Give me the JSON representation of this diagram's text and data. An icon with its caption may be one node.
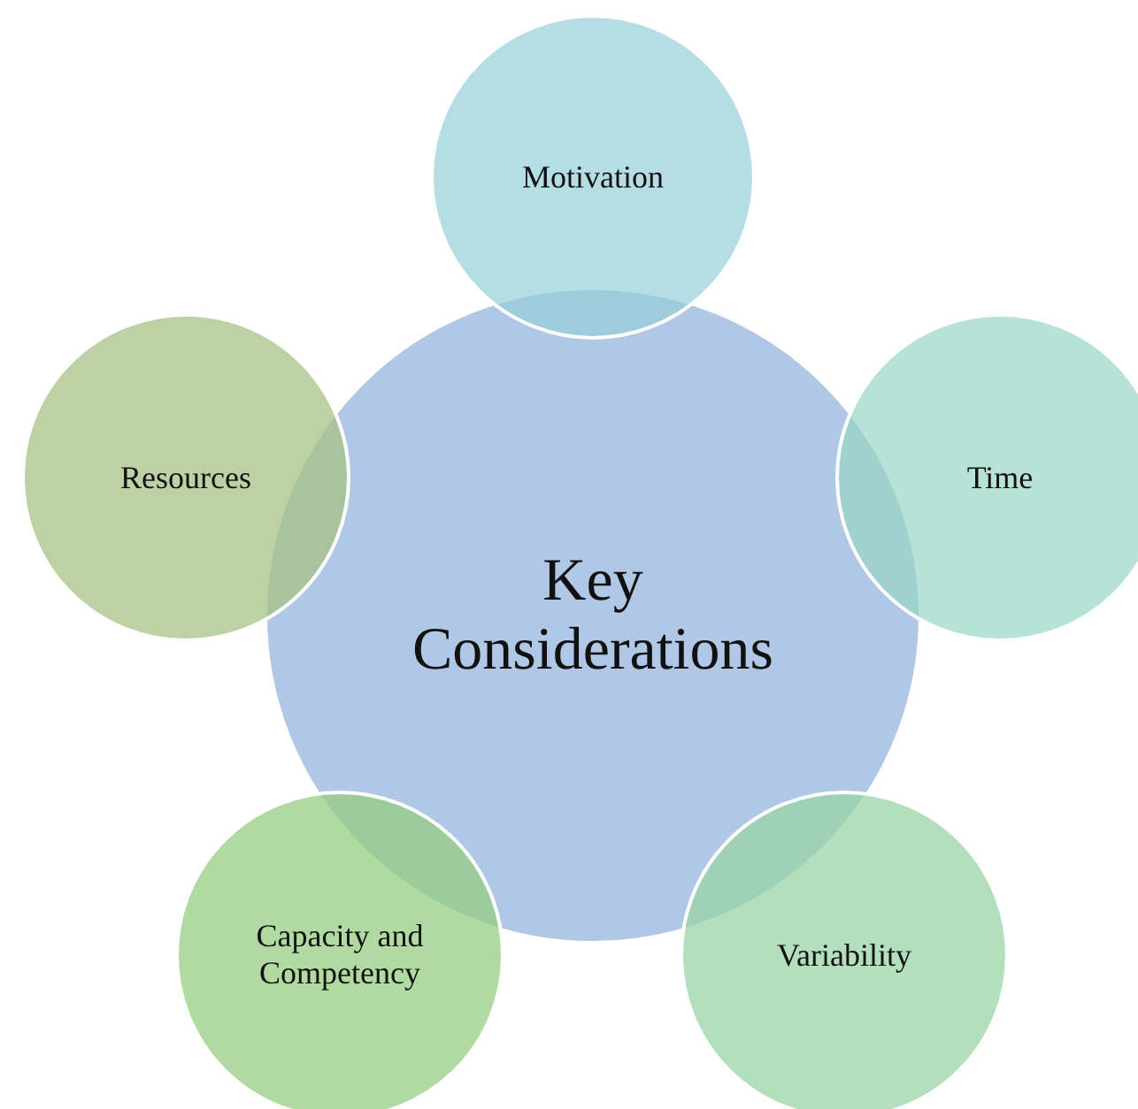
{
  "diagram": {
    "nodes": [
      {
        "text": [
          "Key Considerations"
        ]
      },
      {
        "text": [
          "Motivation"
        ]
      },
      {
        "text": [
          "Resources"
        ]
      },
      {
        "text": [
          "Time"
        ]
      },
      {
        "text": [
          "Capacity and Competency"
        ]
      },
      {
        "text": [
          "Variability"
        ]
      }
    ]
  }
}
